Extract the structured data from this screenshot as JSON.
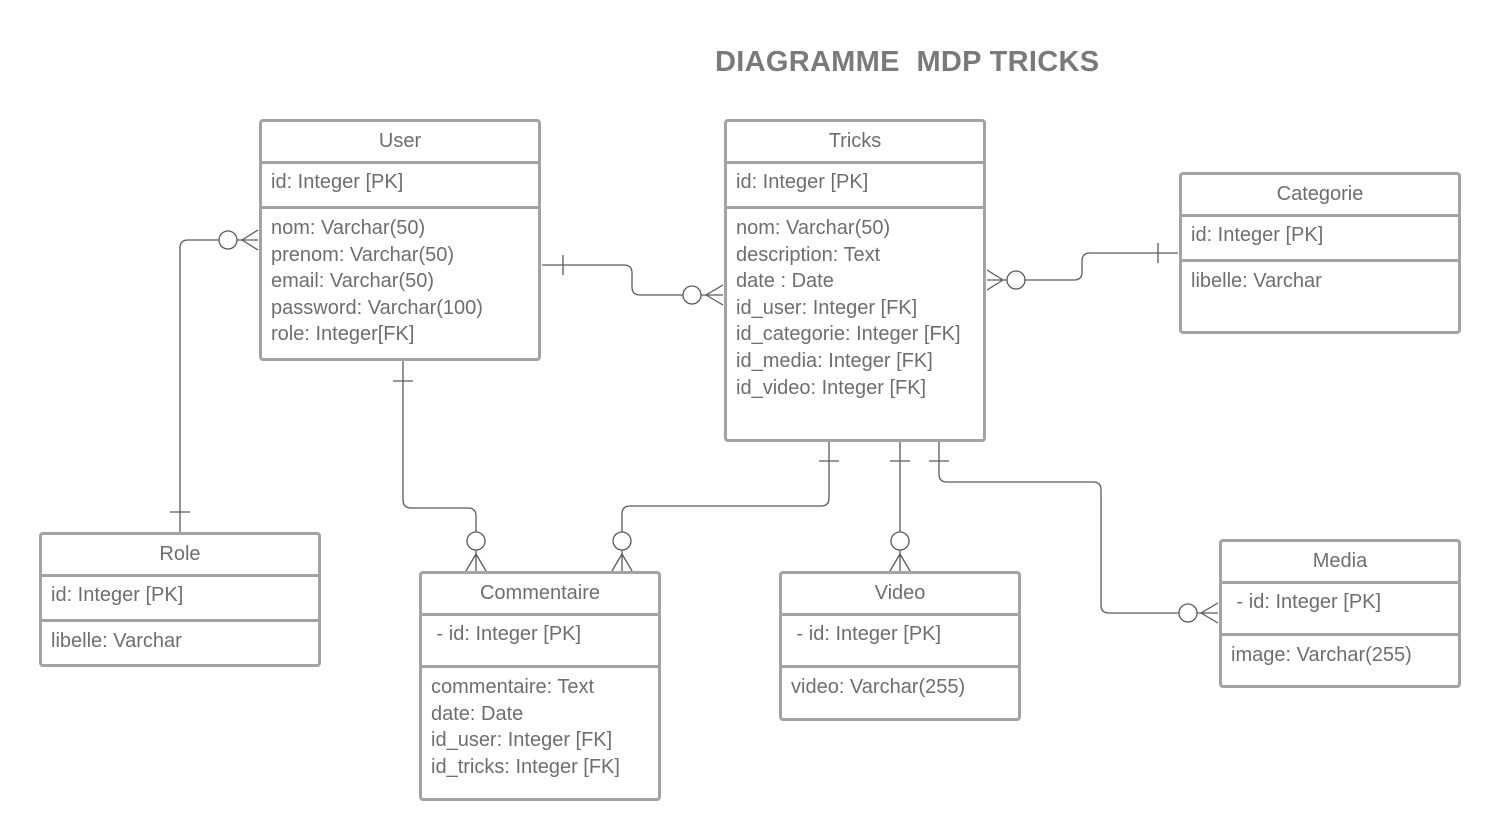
{
  "title": "DIAGRAMME  MDP TRICKS",
  "colors": {
    "border": "#a3a3a3",
    "line": "#5a5a5a",
    "text": "#6e6e6e"
  },
  "entities": {
    "user": {
      "name": "User",
      "pk": "id: Integer [PK]",
      "attributes": [
        "nom: Varchar(50)",
        "prenom: Varchar(50)",
        "email: Varchar(50)",
        "password: Varchar(100)",
        "role: Integer[FK]"
      ]
    },
    "tricks": {
      "name": "Tricks",
      "pk": "id: Integer [PK]",
      "attributes": [
        "nom: Varchar(50)",
        "description: Text",
        "date : Date",
        "id_user: Integer [FK]",
        "id_categorie: Integer [FK]",
        "id_media: Integer [FK]",
        "id_video: Integer [FK]"
      ]
    },
    "categorie": {
      "name": "Categorie",
      "pk": "id: Integer [PK]",
      "attributes": [
        "libelle: Varchar"
      ]
    },
    "role": {
      "name": "Role",
      "pk": "id: Integer [PK]",
      "attributes": [
        "libelle: Varchar"
      ]
    },
    "commentaire": {
      "name": "Commentaire",
      "pk": " - id: Integer [PK]",
      "attributes": [
        "commentaire: Text",
        "date: Date",
        "id_user: Integer [FK]",
        "id_tricks: Integer [FK]"
      ]
    },
    "video": {
      "name": "Video",
      "pk": " - id: Integer [PK]",
      "attributes": [
        "video: Varchar(255)"
      ]
    },
    "media": {
      "name": "Media",
      "pk": " - id: Integer [PK]",
      "attributes": [
        "image: Varchar(255)"
      ]
    }
  },
  "relationships": [
    {
      "from": "user",
      "to": "role",
      "from_cardinality": "zero-or-many",
      "to_cardinality": "one"
    },
    {
      "from": "user",
      "to": "tricks",
      "from_cardinality": "one",
      "to_cardinality": "zero-or-many"
    },
    {
      "from": "categorie",
      "to": "tricks",
      "from_cardinality": "one",
      "to_cardinality": "zero-or-many"
    },
    {
      "from": "user",
      "to": "commentaire",
      "from_cardinality": "one",
      "to_cardinality": "zero-or-many"
    },
    {
      "from": "tricks",
      "to": "commentaire",
      "from_cardinality": "one",
      "to_cardinality": "zero-or-many"
    },
    {
      "from": "tricks",
      "to": "video",
      "from_cardinality": "one",
      "to_cardinality": "zero-or-many"
    },
    {
      "from": "tricks",
      "to": "media",
      "from_cardinality": "one",
      "to_cardinality": "zero-or-many"
    }
  ]
}
